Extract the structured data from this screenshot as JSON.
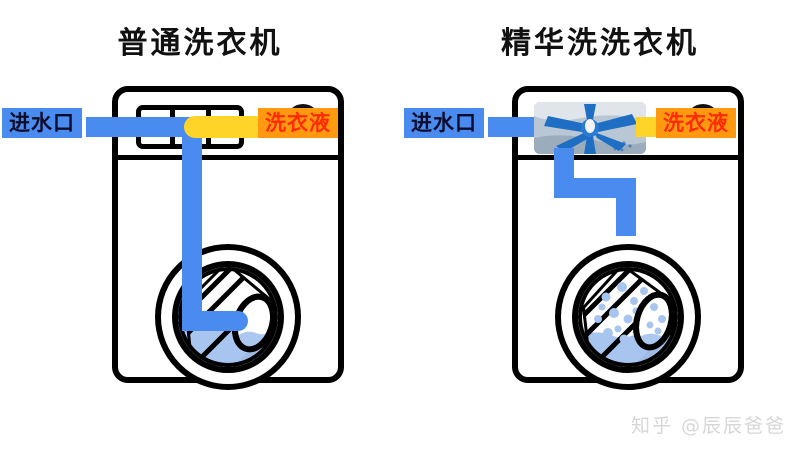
{
  "diagram": {
    "title_left": "普通洗衣机",
    "title_right": "精华洗洗衣机",
    "watermark": "知乎 @辰辰爸爸",
    "colors": {
      "water_pipe": "#4a8bf0",
      "detergent_pipe": "#ffd429",
      "inlet_badge_bg": "#4a8bf0",
      "inlet_badge_text": "#0d0d2b",
      "detergent_badge_bg": "#ff9a10",
      "detergent_badge_text": "#ff2a00",
      "outline": "#000000",
      "drum_water": "#a8c5f0",
      "bubble": "#a8c5f0",
      "background": "#ffffff"
    }
  },
  "left_panel": {
    "title": "普通洗衣机",
    "inlet_label": "进水口",
    "detergent_label": "洗衣液",
    "drawer_name": "detergent-drawer",
    "drawer_compartments": 3,
    "knob_label": "",
    "pipe_path": "inlet enters horizontally, turns down through drawer, runs straight down into drum bottom, ends with L elbow at drum floor",
    "drum_contents": "diagonal hatched laundry with pooled water at bottom, no bubbles"
  },
  "right_panel": {
    "title": "精华洗洗衣机",
    "inlet_label": "进水口",
    "detergent_label": "洗衣液",
    "mixer_name": "essence-mixer-module",
    "mixer_caption": "",
    "pipe_path": "inlet enters horizontally into mixer module, detergent joins from right via yellow pipe, mixed solution exits below mixer and zig-zags down into drum top",
    "drum_contents": "diagonal hatched laundry with pooled water at bottom and many blue bubbles dispersed throughout"
  }
}
